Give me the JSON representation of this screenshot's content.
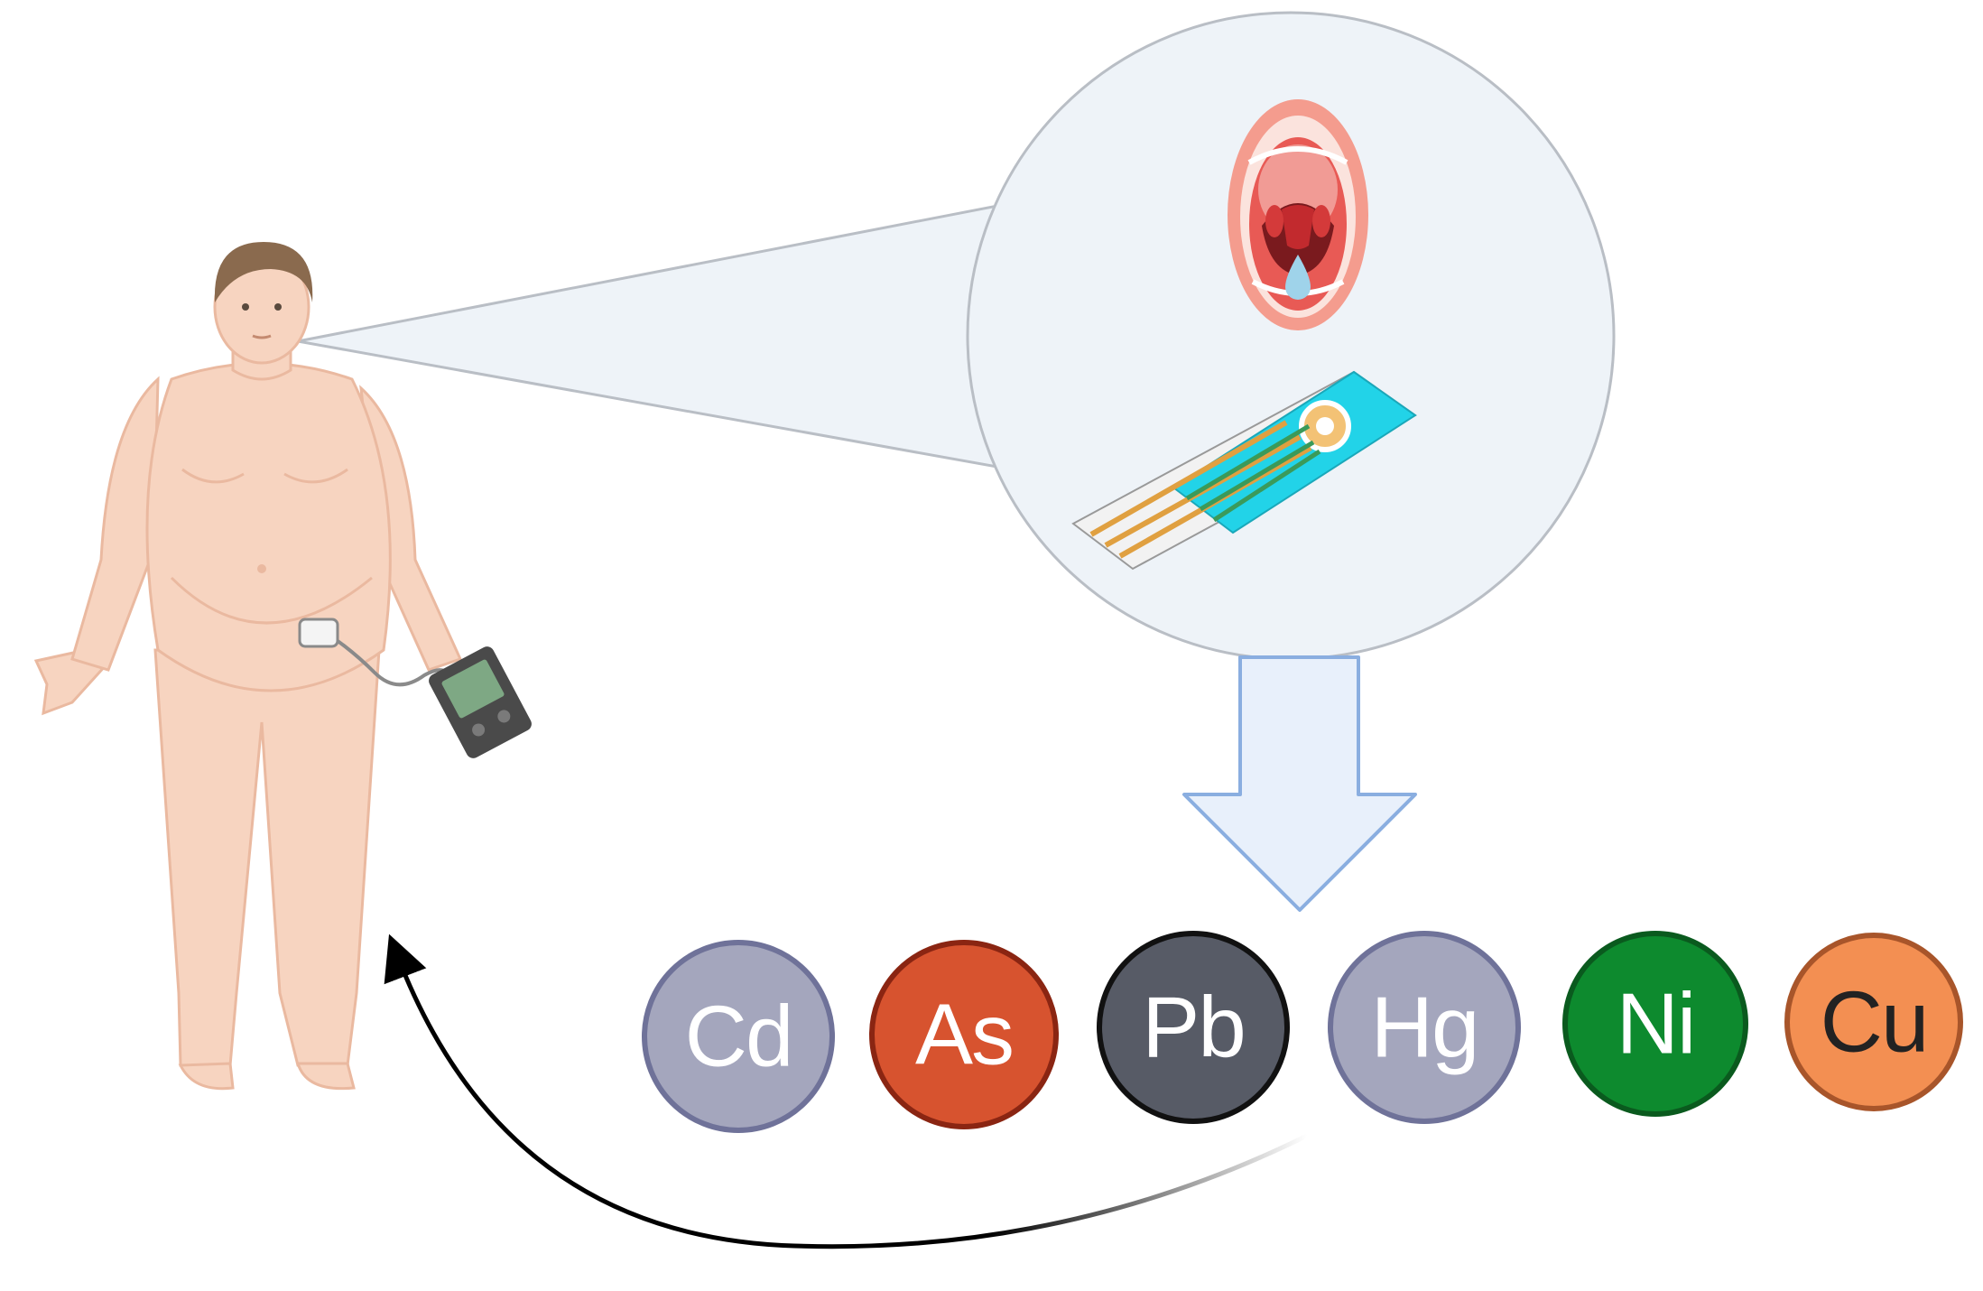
{
  "colors": {
    "skin": "#f7d4c0",
    "skin_shadow": "#eab9a0",
    "hair": "#8a6a4e",
    "zoom_fill": "#eef3f8",
    "zoom_stroke": "#b9bec5",
    "arrow_fill": "#e8f0fb",
    "arrow_stroke": "#8aaee0",
    "strip_cyan": "#22d3e8",
    "strip_gold": "#e0a040",
    "strip_green": "#3a9a5a"
  },
  "elements": [
    {
      "symbol": "Cd",
      "fill": "#a4a6bd",
      "stroke": "#6f7299",
      "text": "#ffffff"
    },
    {
      "symbol": "As",
      "fill": "#d7532f",
      "stroke": "#8a2512",
      "text": "#ffffff"
    },
    {
      "symbol": "Pb",
      "fill": "#575b66",
      "stroke": "#111111",
      "text": "#ffffff"
    },
    {
      "symbol": "Hg",
      "fill": "#a4a6bd",
      "stroke": "#6f7299",
      "text": "#ffffff"
    },
    {
      "symbol": "Ni",
      "fill": "#0d8a2e",
      "stroke": "#0a5a1e",
      "text": "#ffffff"
    },
    {
      "symbol": "Cu",
      "fill": "#f38f52",
      "stroke": "#a8552a",
      "text": "#222222"
    }
  ]
}
